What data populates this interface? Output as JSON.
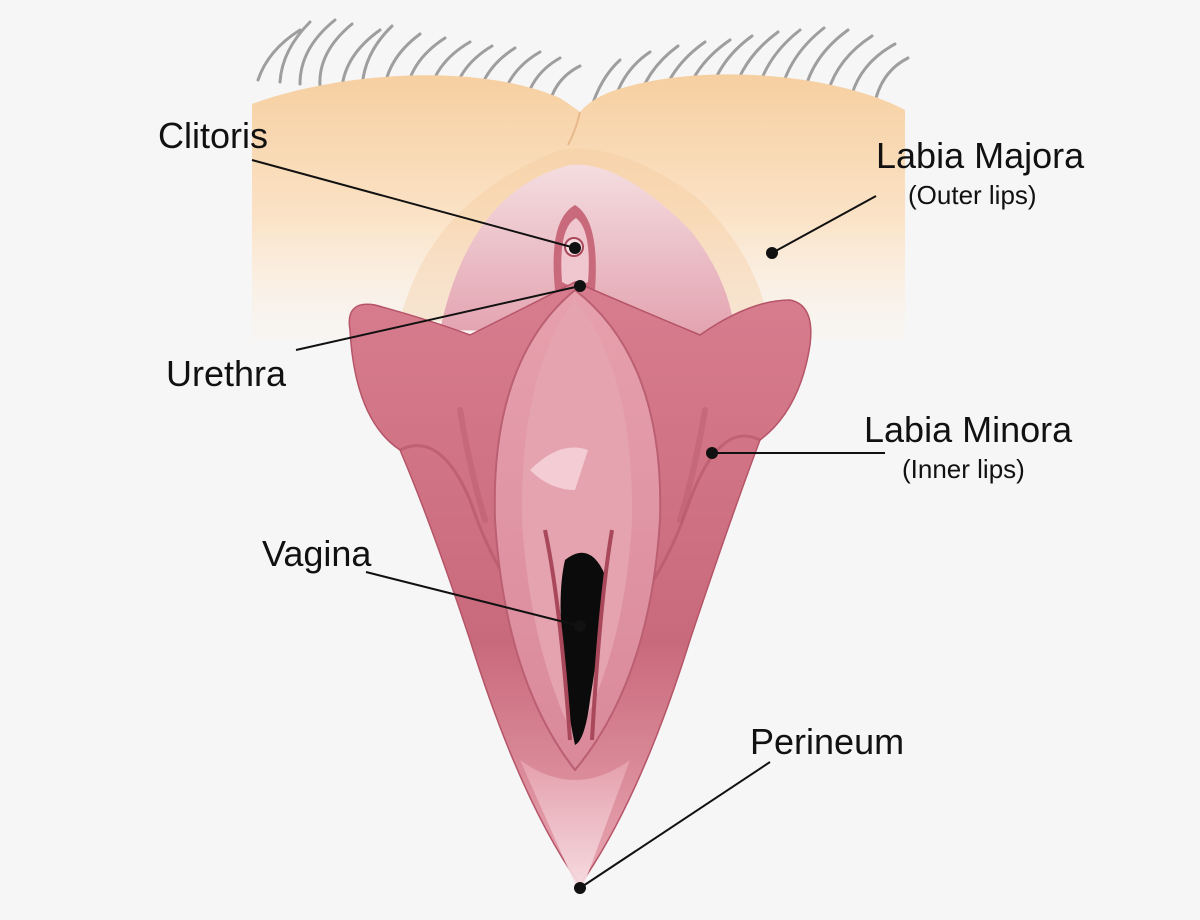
{
  "labels": {
    "clitoris": "Clitoris",
    "urethra": "Urethra",
    "vagina": "Vagina",
    "labia_majora": "Labia Majora",
    "labia_majora_sub": "(Outer lips)",
    "labia_minora": "Labia Minora",
    "labia_minora_sub": "(Inner lips)",
    "perineum": "Perineum"
  },
  "colors": {
    "background": "#f6f6f6",
    "skin": "#f8dcb8",
    "skin_fade": "#fdf1e4",
    "mucosa": "#d06f80",
    "mucosa_light": "#e59aa8",
    "mucosa_dark": "#a8485a",
    "opening": "#0b0b0b",
    "hair": "#8f8f8f"
  }
}
